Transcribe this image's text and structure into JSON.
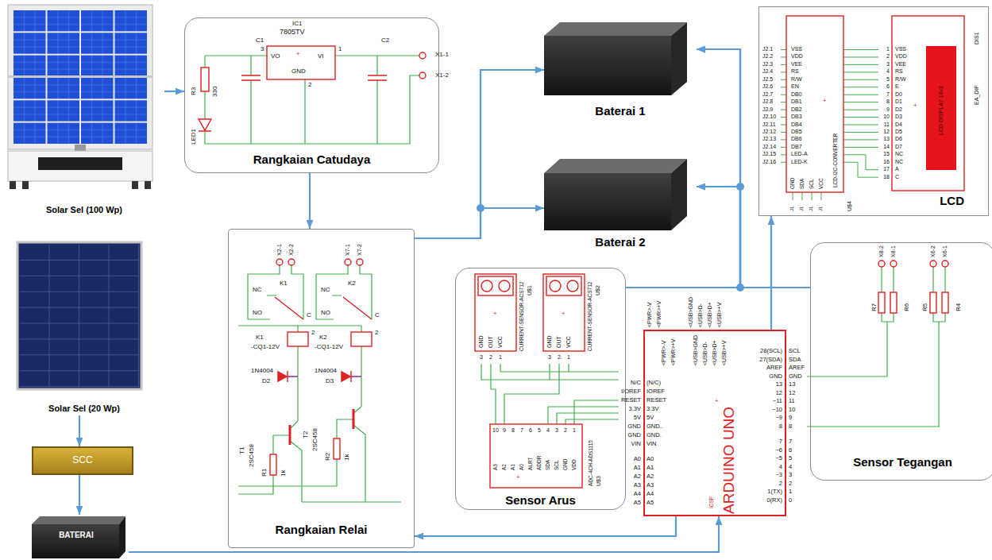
{
  "diagram": {
    "nodes": [
      {
        "text": [
          "Solar Sel (100 Wp)"
        ]
      },
      {
        "text": [
          "Rangkaian Catudaya"
        ]
      },
      {
        "text": [
          "Baterai 1"
        ]
      },
      {
        "text": [
          "LCD"
        ]
      },
      {
        "text": [
          "Baterai 2"
        ]
      },
      {
        "text": [
          "Solar Sel (20 Wp)"
        ]
      },
      {
        "text": [
          "Rangkaian Relai"
        ]
      },
      {
        "text": [
          "Sensor Arus"
        ]
      },
      {
        "text": [
          "ARDUINO UNO"
        ]
      },
      {
        "text": [
          "Sensor Tegangan"
        ]
      },
      {
        "text": [
          "SCC"
        ]
      },
      {
        "text": [
          "BATERAI"
        ]
      }
    ],
    "edges": [
      {
        "from": 0,
        "to": 1,
        "arrow": "to"
      },
      {
        "from": 1,
        "to": 6,
        "arrow": "to"
      },
      {
        "from": 6,
        "to": 2,
        "arrow": "to"
      },
      {
        "from": 6,
        "to": 4,
        "arrow": "to"
      },
      {
        "from": 7,
        "to": 2,
        "arrow": "to"
      },
      {
        "from": 7,
        "to": 4,
        "arrow": "to"
      },
      {
        "from": 9,
        "to": 2,
        "arrow": "to"
      },
      {
        "from": 9,
        "to": 4,
        "arrow": "to"
      },
      {
        "from": 8,
        "to": 3,
        "arrow": "to"
      },
      {
        "from": 8,
        "to": 6,
        "arrow": "to"
      },
      {
        "from": 5,
        "to": 10,
        "arrow": "to"
      },
      {
        "from": 10,
        "to": 11,
        "arrow": "to"
      },
      {
        "from": 11,
        "to": 8,
        "arrow": "to"
      }
    ],
    "labels": [
      "IC1",
      "7805TV",
      "VO",
      "+",
      "VI",
      "GND",
      "3",
      "1",
      "2",
      "C1",
      "C2",
      "R3",
      "330",
      "LED1",
      "X1-1",
      "X1-2",
      "X2-1",
      "X2-2",
      "X7-1",
      "X7-2",
      "NC",
      "K1",
      "NO",
      "C",
      "NC",
      "K2",
      "NO",
      "C",
      "K1",
      "-CQ1-12V",
      "2",
      "K2",
      "-CQ1-12V",
      "2",
      "1N4004",
      "D2",
      "1N4004",
      "D3",
      "T1",
      "2SC458",
      "R1",
      "1k",
      "T2",
      "2SC458",
      "R2",
      "1k",
      "+",
      "GND",
      "OUT",
      "VCC",
      "CURRENT-SENSOR-ACS712",
      "U$1",
      "3",
      "2",
      "1",
      "+",
      "GND",
      "OUT",
      "VCC",
      "CURRENT-SENSOR-ACS712",
      "U$2",
      "3",
      "2",
      "1",
      "10",
      "9",
      "8",
      "7",
      "6",
      "5",
      "4",
      "3",
      "2",
      "1",
      "A3",
      "A2",
      "A1",
      "A0",
      "ALRT",
      "ADDR",
      "SDA",
      "SCL",
      "GND",
      "VDD",
      "+",
      "ADC-4CH-ADS1115",
      "U$3",
      "<PWR>-V",
      "<PWR>+V",
      "<USB>GND",
      "<USB>D-",
      "<USB>D+",
      "<USB>+V",
      "<PWR>-V",
      "<PWR>+V",
      "<USB>GND",
      "<USB>D-",
      "<USB>D+",
      "<USB>+V",
      "N/C",
      "I/OREF",
      "RESET",
      "3.3V",
      "5V",
      "GND",
      "GND",
      "VIN",
      "A0",
      "A1",
      "A2",
      "A3",
      "A4",
      "A5",
      "(N/C)",
      "IOREF",
      "RESET",
      "3.3V",
      "5V",
      "GND..",
      "GND.",
      "VIN",
      "A0",
      "A1",
      "A2",
      "A3",
      "A4",
      "A5",
      "28(SCL)",
      "27(SDA)",
      "AREF",
      "GND",
      "13",
      "12",
      "~11",
      "~10",
      "~9",
      "8",
      "7",
      "~6",
      "~5",
      "4",
      "~3",
      "2",
      "1(TX)",
      "0(RX)",
      "SCL",
      "SDA",
      "AREF",
      "GND",
      "13",
      "12",
      "11",
      "10",
      "9",
      "8",
      "7",
      "6",
      "5",
      "4",
      "3",
      "2",
      "1",
      "0",
      "ICSP",
      "+",
      "J2.1",
      "J2.2",
      "J2.3",
      "J2.4",
      "J2.5",
      "J2.6",
      "J2.7",
      "J2.8",
      "J2.9",
      "J2.10",
      "J2.11",
      "J2.12",
      "J2.13",
      "J2.14",
      "J2.15",
      "J2.16",
      "VSS",
      "VDD",
      "VEE",
      "RS",
      "R/W",
      "EN",
      "DB0",
      "DB1",
      "DB2",
      "DB3",
      "DB4",
      "DB5",
      "DB6",
      "DB7",
      "LED-A",
      "LED-K",
      "+",
      "LCD-I2C-CONVERTER",
      "GND",
      "SDA",
      "SCL",
      "VCC",
      "J1",
      "J1",
      "J1",
      "J1",
      "U$4",
      "1",
      "2",
      "3",
      "4",
      "5",
      "6",
      "7",
      "8",
      "9",
      "10",
      "11",
      "12",
      "13",
      "14",
      "15",
      "16",
      "17",
      "18",
      "VSS",
      "VDD",
      "VEE",
      "RS",
      "R/W",
      "E",
      "D0",
      "D1",
      "D2",
      "D3",
      "D4",
      "D5",
      "D6",
      "D7",
      "NC",
      "NC",
      "A",
      "C",
      "DIS1",
      "EA_DIP",
      "LCD DISPLAY 16x2",
      "+",
      "X8-2",
      "X8-1",
      "X6-2",
      "X6-1",
      "R7",
      "R6",
      "R5",
      "R4"
    ]
  }
}
